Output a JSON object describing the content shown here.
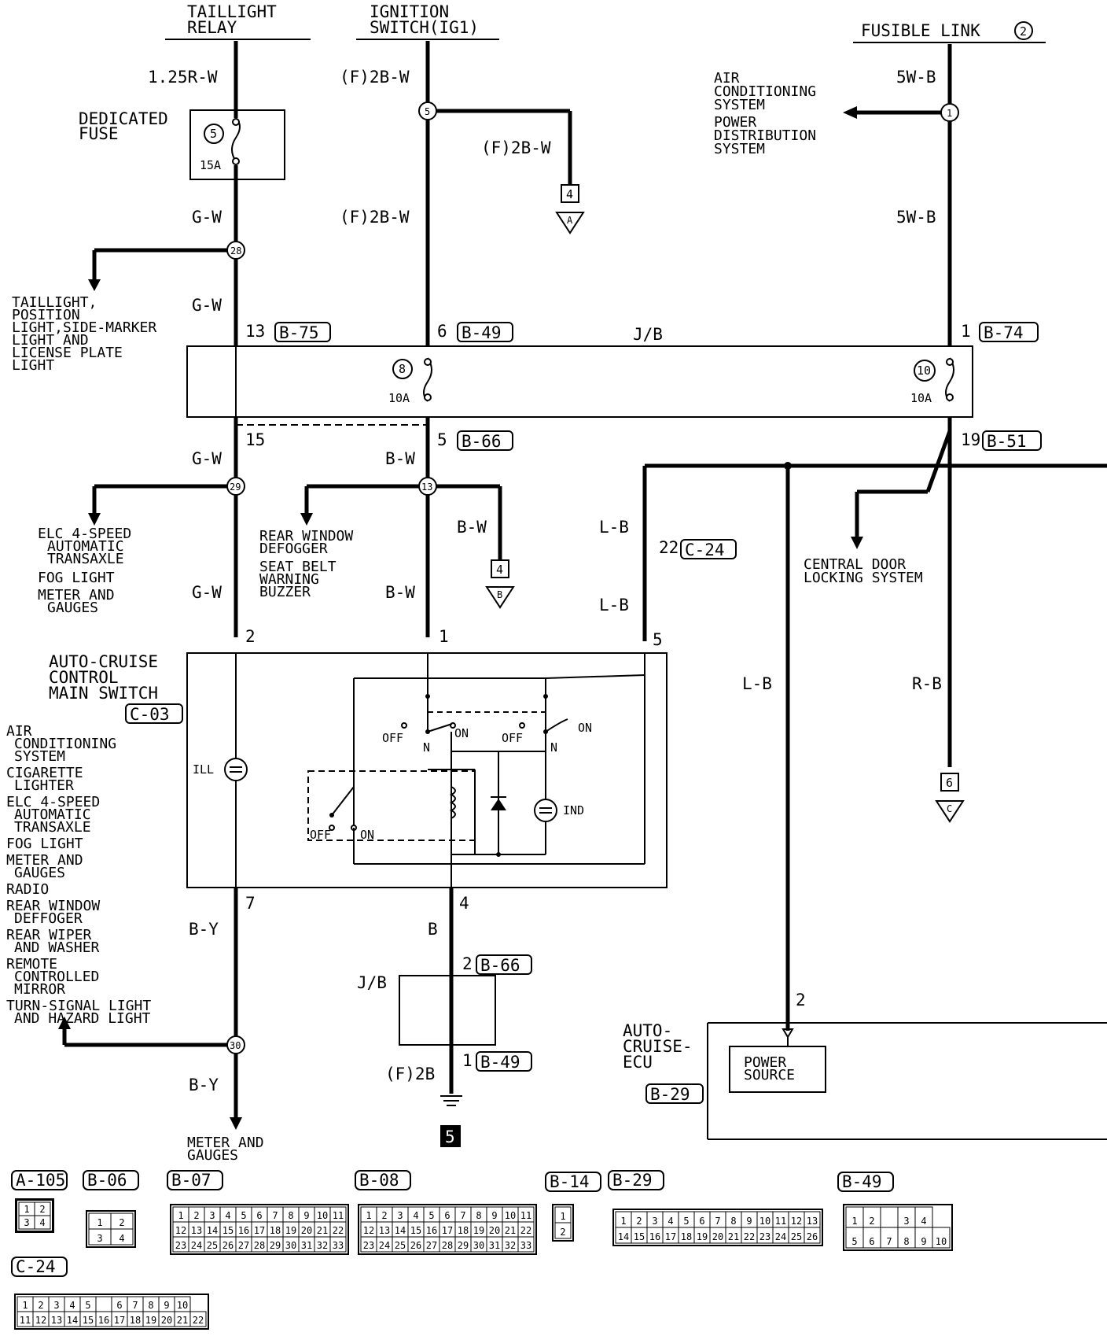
{
  "sources": {
    "taillight_relay": [
      "TAILLIGHT",
      "RELAY"
    ],
    "ignition_switch": [
      "IGNITION",
      "SWITCH(IG1)"
    ],
    "fusible_link": "FUSIBLE LINK",
    "fusible_link_num": "2"
  },
  "wires": {
    "w1": "1.25R-W",
    "w2": "G-W",
    "w3": "G-W",
    "w4": "G-W",
    "w5": "G-W",
    "w6": "(F)2B-W",
    "w7": "(F)2B-W",
    "w8": "(F)2B-W",
    "w9": "B-W",
    "w10": "B-W",
    "w11": "B-W",
    "w12": "5W-B",
    "w13": "5W-B",
    "w14": "L-B",
    "w15": "L-B",
    "w16": "L-B",
    "w17": "R-B",
    "w18": "B-Y",
    "w19": "B-Y",
    "w20": "B",
    "w21": "(F)2B"
  },
  "fuses": {
    "dedicated_label": [
      "DEDICATED",
      "FUSE"
    ],
    "dedicated_num": "5",
    "dedicated_amp": "15A",
    "jb8_num": "8",
    "jb8_amp": "10A",
    "jb10_num": "10",
    "jb10_amp": "10A"
  },
  "splices": {
    "s5": "5",
    "s28": "28",
    "s29": "29",
    "s13": "13",
    "s1": "1",
    "s30": "30"
  },
  "connectors": {
    "c1": "13",
    "c1_id": "B-75",
    "c2": "6",
    "c2_id": "B-49",
    "c3": "1",
    "c3_id": "B-74",
    "c4": "15",
    "c5": "5",
    "c5_id": "B-66",
    "c6": "19",
    "c6_id": "B-51",
    "c7": "22",
    "c7_id": "C-24",
    "sw_pin2": "2",
    "sw_pin1": "1",
    "sw_pin5": "5",
    "sw_pin7": "7",
    "sw_pin4": "4",
    "jb2_pin": "2",
    "jb2_id": "B-66",
    "jb1_pin": "1",
    "jb1_id": "B-49",
    "ecu_pin": "2"
  },
  "jb_label": "J/B",
  "jb2_label": "J/B",
  "offpage": {
    "a_num": "4",
    "a_letter": "A",
    "b_num": "4",
    "b_letter": "B",
    "c_num": "6",
    "c_letter": "C"
  },
  "destinations": {
    "fl_dest": [
      "AIR",
      "CONDITIONING",
      "SYSTEM",
      "POWER",
      "DISTRIBUTION",
      "SYSTEM"
    ],
    "tail_dest": [
      "TAILLIGHT,",
      "POSITION",
      "LIGHT,SIDE-MARKER",
      "LIGHT AND",
      "LICENSE PLATE",
      "LIGHT"
    ],
    "s29_dest": [
      "ELC 4-SPEED",
      "AUTOMATIC",
      "TRANSAXLE",
      "FOG LIGHT",
      "METER AND",
      "GAUGES"
    ],
    "s13_dest": [
      "REAR WINDOW",
      "DEFOGGER",
      "SEAT BELT",
      "WARNING",
      "BUZZER"
    ],
    "cdl_dest": [
      "CENTRAL DOOR",
      "LOCKING SYSTEM"
    ],
    "s30_dest": [
      "AIR",
      "CONDITIONING",
      "SYSTEM",
      "CIGARETTE",
      "LIGHTER",
      "ELC 4-SPEED",
      "AUTOMATIC",
      "TRANSAXLE",
      "FOG LIGHT",
      "METER AND",
      "GAUGES",
      "RADIO",
      "REAR WINDOW",
      "DEFFOGER",
      "REAR WIPER",
      "AND WASHER",
      "REMOTE",
      "CONTROLLED",
      "MIRROR",
      "TURN-SIGNAL LIGHT",
      "AND HAZARD LIGHT"
    ],
    "meter_dest": [
      "METER AND",
      "GAUGES"
    ]
  },
  "switch": {
    "name": [
      "AUTO-CRUISE",
      "CONTROL",
      "MAIN SWITCH"
    ],
    "id": "C-03",
    "ill": "ILL",
    "ind": "IND",
    "off1": "OFF",
    "on1": "ON",
    "n1": "N",
    "off2": "OFF",
    "on2": "ON",
    "n2": "N",
    "off3": "OFF",
    "on3": "ON"
  },
  "ground": "5",
  "ecu": {
    "name": [
      "AUTO-",
      "CRUISE-",
      "ECU"
    ],
    "id": "B-29",
    "power": [
      "POWER",
      "SOURCE"
    ]
  },
  "connector_views": {
    "a105": {
      "id": "A-105",
      "pins": [
        "1",
        "2",
        "3",
        "4"
      ]
    },
    "b06": {
      "id": "B-06",
      "pins": [
        "1",
        "2",
        "3",
        "4"
      ]
    },
    "b07": {
      "id": "B-07",
      "rows": [
        [
          "1",
          "2",
          "3",
          "4",
          "5",
          "6",
          "7",
          "8",
          "9",
          "10",
          "11"
        ],
        [
          "12",
          "13",
          "14",
          "15",
          "16",
          "17",
          "18",
          "19",
          "20",
          "21",
          "22"
        ],
        [
          "23",
          "24",
          "25",
          "26",
          "27",
          "28",
          "29",
          "30",
          "31",
          "32",
          "33"
        ]
      ]
    },
    "b08": {
      "id": "B-08",
      "rows": [
        [
          "1",
          "2",
          "3",
          "4",
          "5",
          "6",
          "7",
          "8",
          "9",
          "10",
          "11"
        ],
        [
          "12",
          "13",
          "14",
          "15",
          "16",
          "17",
          "18",
          "19",
          "20",
          "21",
          "22"
        ],
        [
          "23",
          "24",
          "25",
          "26",
          "27",
          "28",
          "29",
          "30",
          "31",
          "32",
          "33"
        ]
      ]
    },
    "b14": {
      "id": "B-14",
      "pins": [
        "1",
        "2"
      ]
    },
    "b29": {
      "id": "B-29",
      "rows": [
        [
          "1",
          "2",
          "3",
          "4",
          "5",
          "6",
          "7",
          "8",
          "9",
          "10",
          "11",
          "12",
          "13"
        ],
        [
          "14",
          "15",
          "16",
          "17",
          "18",
          "19",
          "20",
          "21",
          "22",
          "23",
          "24",
          "25",
          "26"
        ]
      ]
    },
    "b49": {
      "id": "B-49",
      "rows": [
        [
          "1",
          "2",
          "",
          "3",
          "4"
        ],
        [
          "5",
          "6",
          "7",
          "8",
          "9",
          "10"
        ]
      ]
    },
    "c24": {
      "id": "C-24",
      "rows": [
        [
          "1",
          "2",
          "3",
          "4",
          "5",
          "",
          "6",
          "7",
          "8",
          "9",
          "10"
        ],
        [
          "11",
          "12",
          "13",
          "14",
          "15",
          "16",
          "17",
          "18",
          "19",
          "20",
          "21",
          "22"
        ]
      ]
    }
  }
}
